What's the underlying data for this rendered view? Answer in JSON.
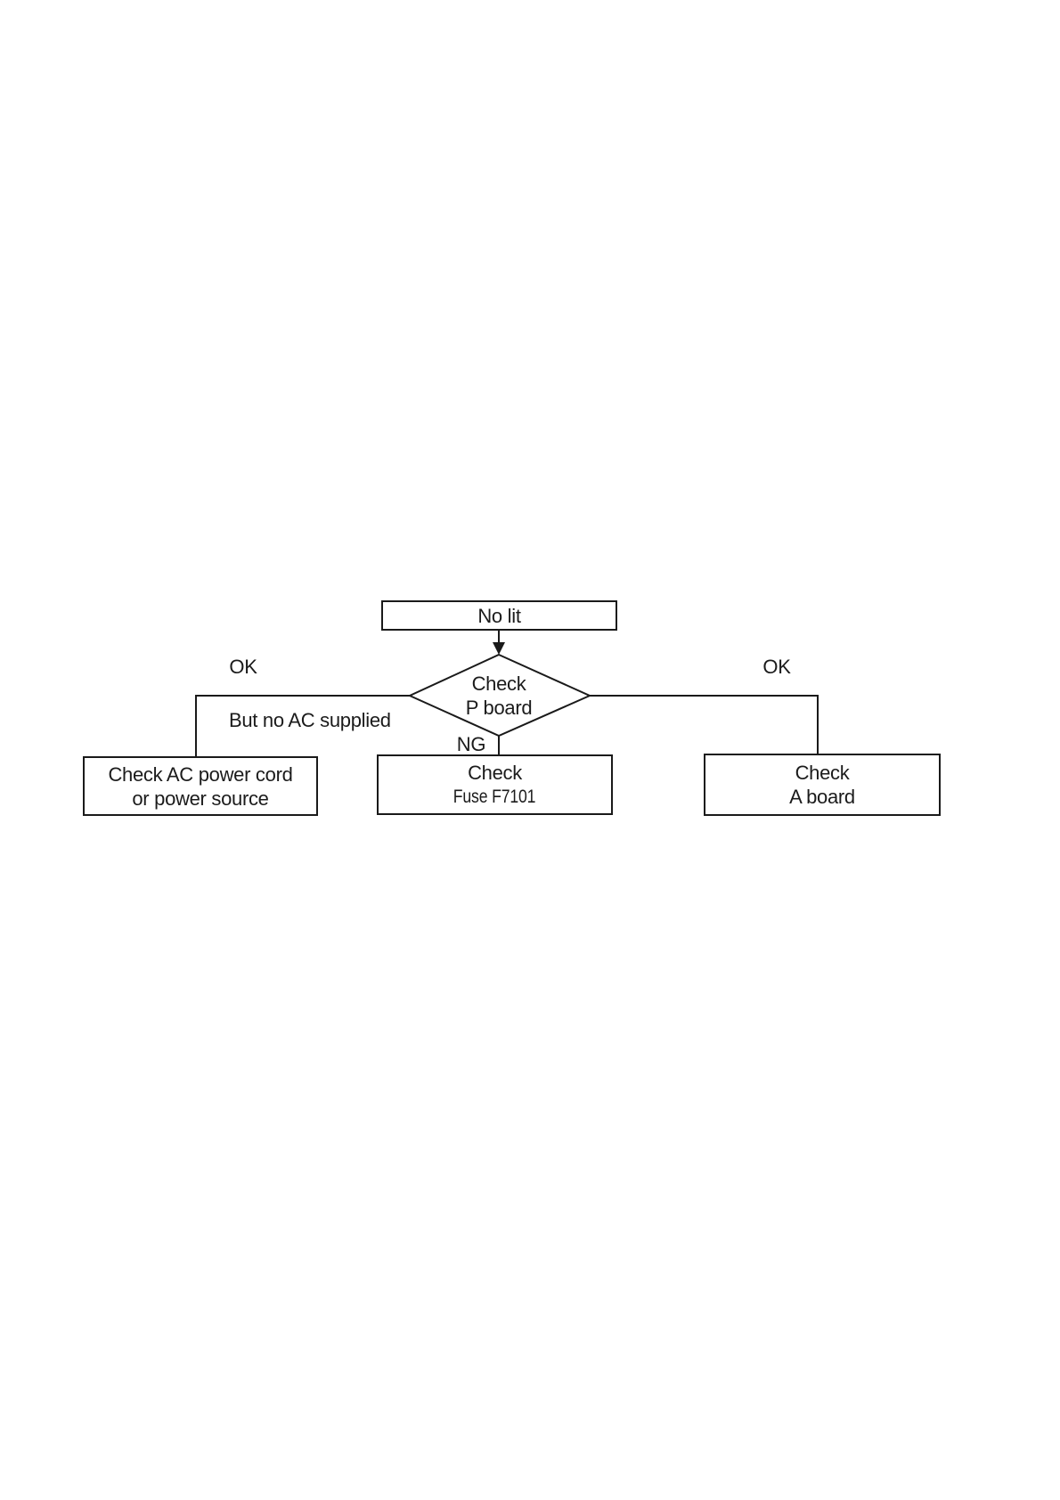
{
  "theme": {
    "paper_color": "#ffffff",
    "line_color": "#1a1a1a",
    "text_color": "#1b1b1b"
  },
  "flowchart": {
    "start_node": {
      "label": "No lit"
    },
    "decision_node": {
      "line1": "Check",
      "line2": "P board"
    },
    "edge_labels": {
      "ok_left": "OK",
      "ok_right": "OK",
      "but_no_ac": "But no AC supplied",
      "ng": "NG"
    },
    "result_nodes": {
      "left": {
        "line1": "Check AC power cord",
        "line2": "or power source"
      },
      "center": {
        "line1": "Check",
        "line2": "Fuse F7101"
      },
      "right": {
        "line1": "Check",
        "line2": "A board"
      }
    }
  }
}
